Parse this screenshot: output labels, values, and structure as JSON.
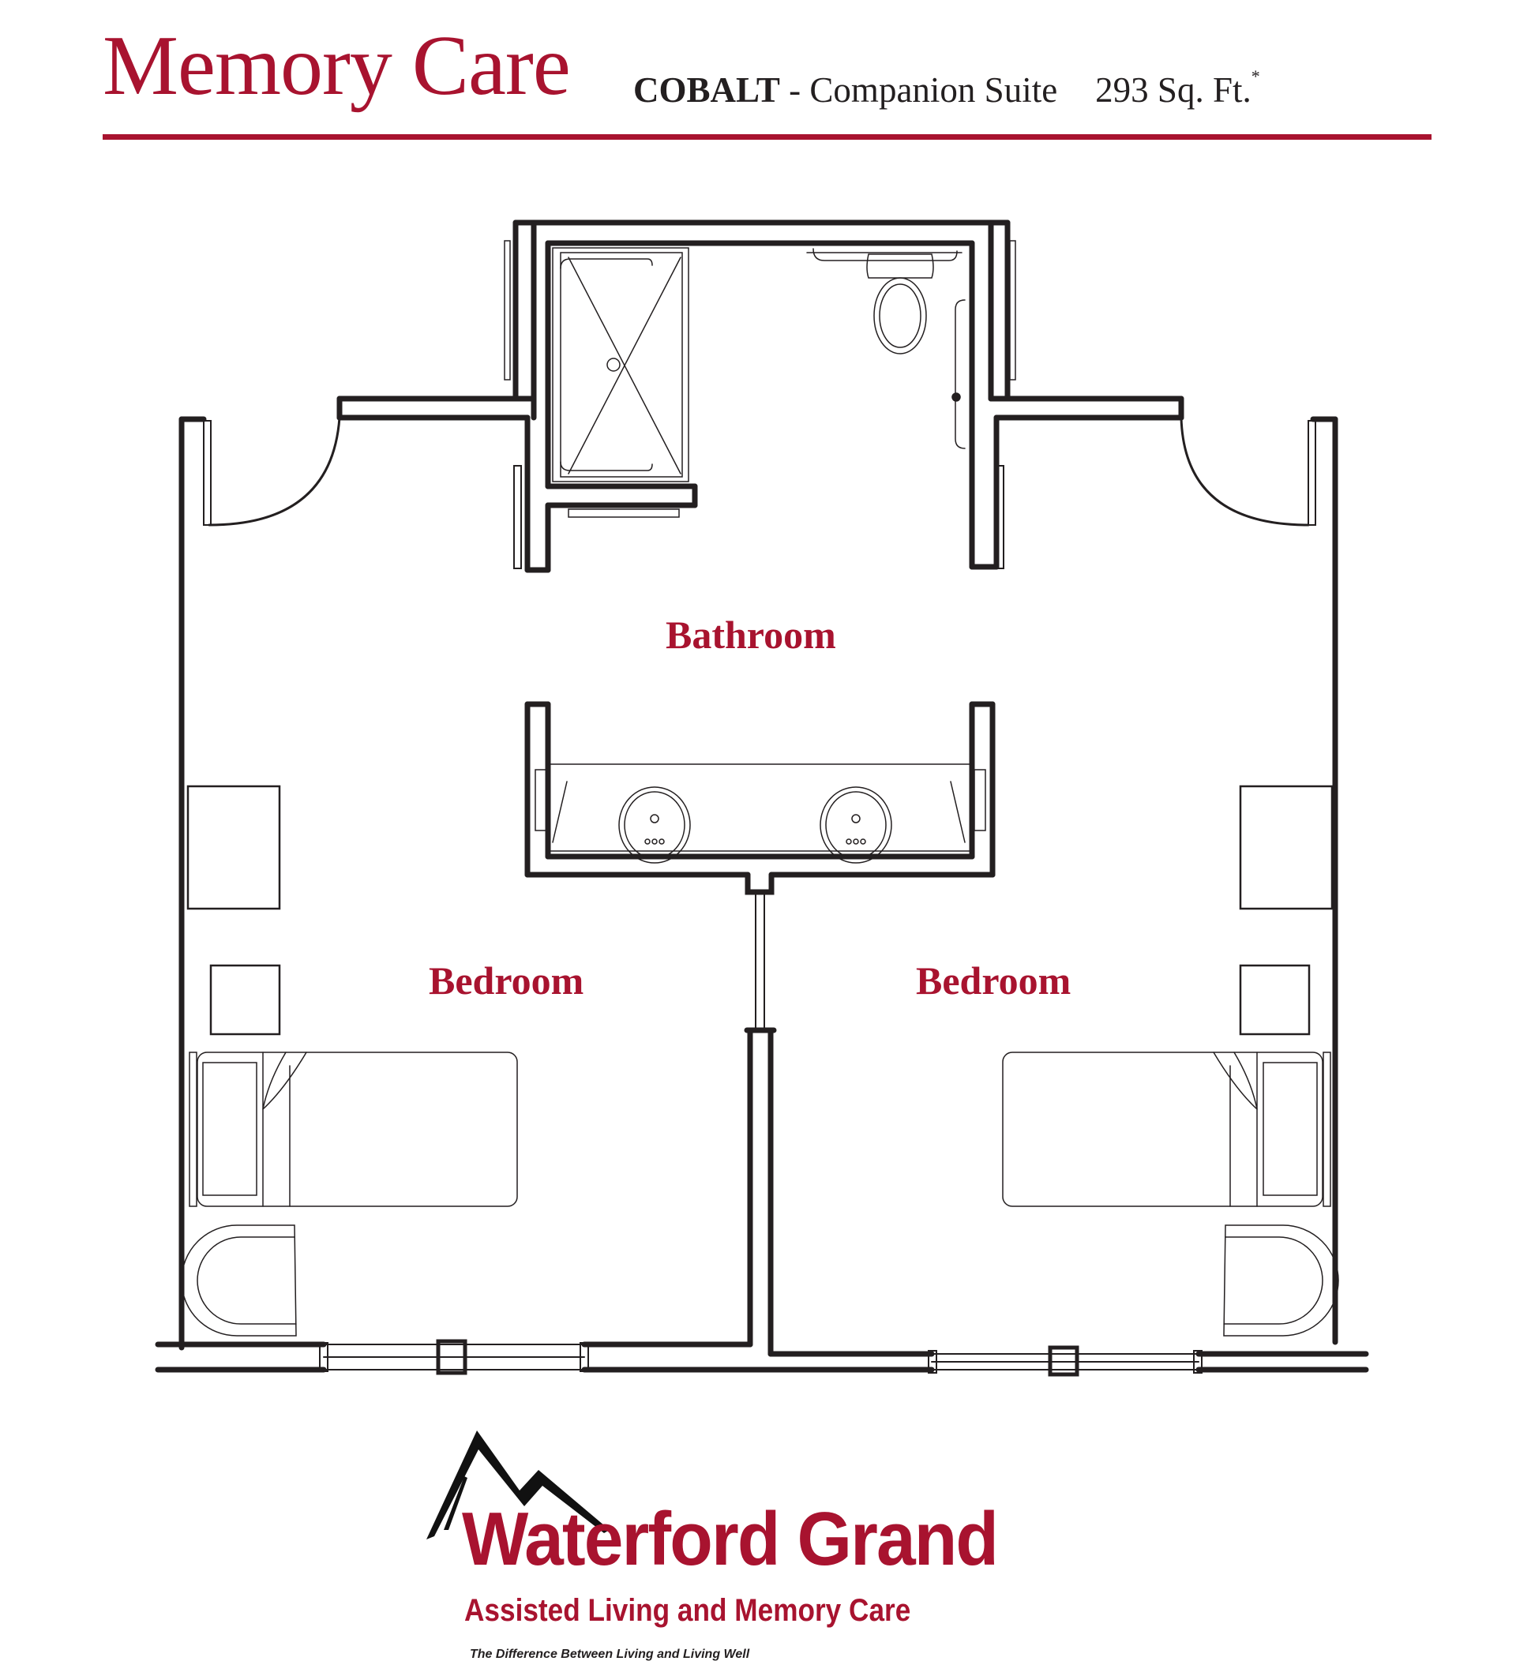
{
  "header": {
    "title": "Memory Care",
    "model": "COBALT",
    "separator": " - ",
    "suite_type": "Companion Suite",
    "area": "293 Sq. Ft.",
    "area_footnote": "*"
  },
  "rooms": [
    {
      "label": "Bathroom"
    },
    {
      "label": "Bedroom"
    },
    {
      "label": "Bedroom"
    }
  ],
  "logo": {
    "name": "Waterford Grand",
    "subtitle": "Assisted Living and Memory Care",
    "tagline": "The Difference Between Living and Living Well",
    "icon": "mountain-icon"
  },
  "colors": {
    "brand_red": "#a8132f",
    "wall": "#231f20",
    "background": "#ffffff"
  }
}
